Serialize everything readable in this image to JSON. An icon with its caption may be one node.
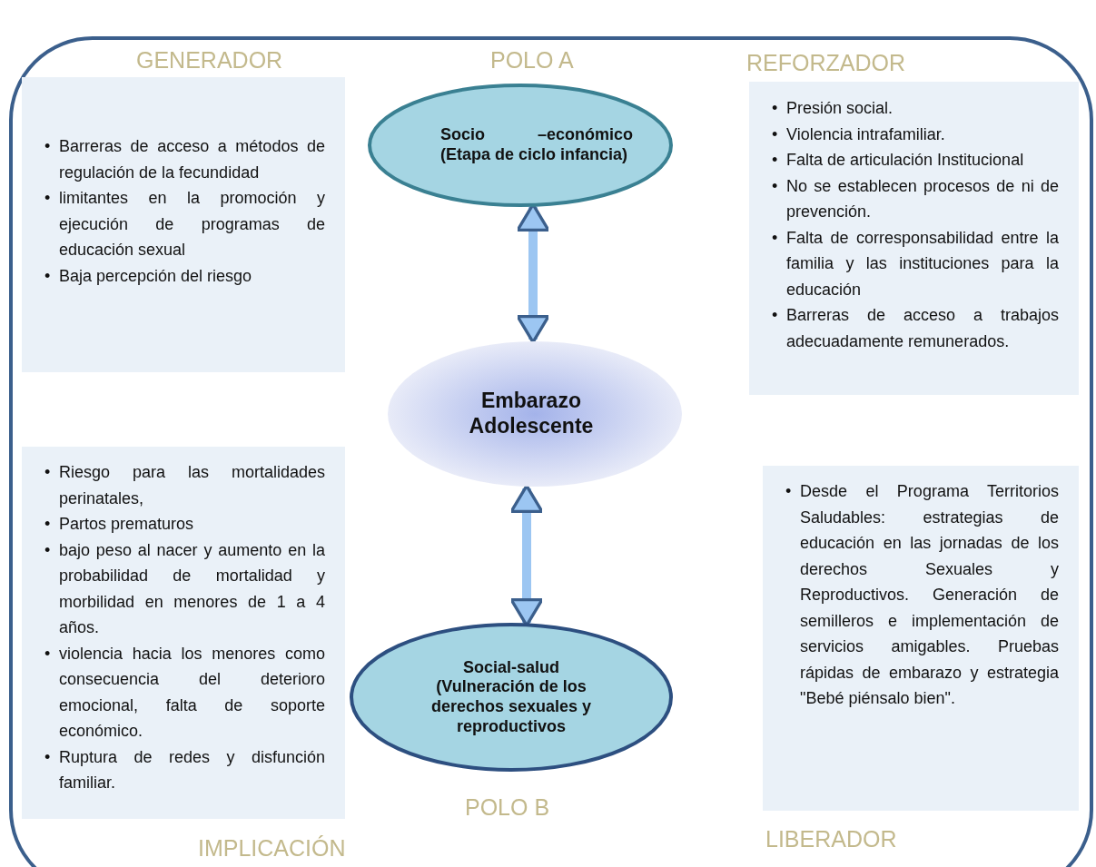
{
  "diagram": {
    "nodes": [
      {
        "text": [
          "Socio –económico (Etapa de ciclo infancia)"
        ]
      },
      {
        "text": [
          "Embarazo Adolescente"
        ]
      },
      {
        "text": [
          "Social-salud (Vulneración de los derechos sexuales y reproductivos"
        ]
      },
      {
        "text": [
          "• Barreras de acceso a métodos de regulación de la fecundidad",
          "• limitantes en la promoción y ejecución de programas de educación sexual",
          "• Baja percepción del riesgo"
        ]
      },
      {
        "text": [
          "• Presión social.",
          "• Violencia intrafamiliar.",
          "• Falta de articulación Institucional",
          "• No se establecen procesos de ni de prevención.",
          "• Falta de corresponsabilidad entre la familia y las instituciones para la educación",
          "• Barreras de acceso a trabajos adecuadamente remunerados."
        ]
      },
      {
        "text": [
          "• Riesgo para las mortalidades perinatales,",
          "• Partos prematuros",
          "• bajo peso al nacer y aumento en la probabilidad de mortalidad y morbilidad en menores de 1 a 4 años.",
          "• violencia hacia los menores como consecuencia del deterioro emocional, falta de soporte económico.",
          "• Ruptura de redes y disfunción familiar."
        ]
      },
      {
        "text": [
          "• Desde el Programa Territorios Saludables: estrategias de educación en las jornadas de los derechos Sexuales y Reproductivos. Generación de semilleros e implementación de servicios amigables. Pruebas rápidas de embarazo y estrategia \"Bebé piénsalo bien\"."
        ]
      }
    ],
    "edges": [
      {
        "from": 0,
        "to": 1,
        "arrow": "both"
      },
      {
        "from": 1,
        "to": 2,
        "arrow": "both"
      }
    ],
    "labels": [
      "GENERADOR",
      "POLO A",
      "REFORZADOR",
      "POLO B",
      "LIBERADOR",
      "IMPLICACIÓN"
    ]
  }
}
